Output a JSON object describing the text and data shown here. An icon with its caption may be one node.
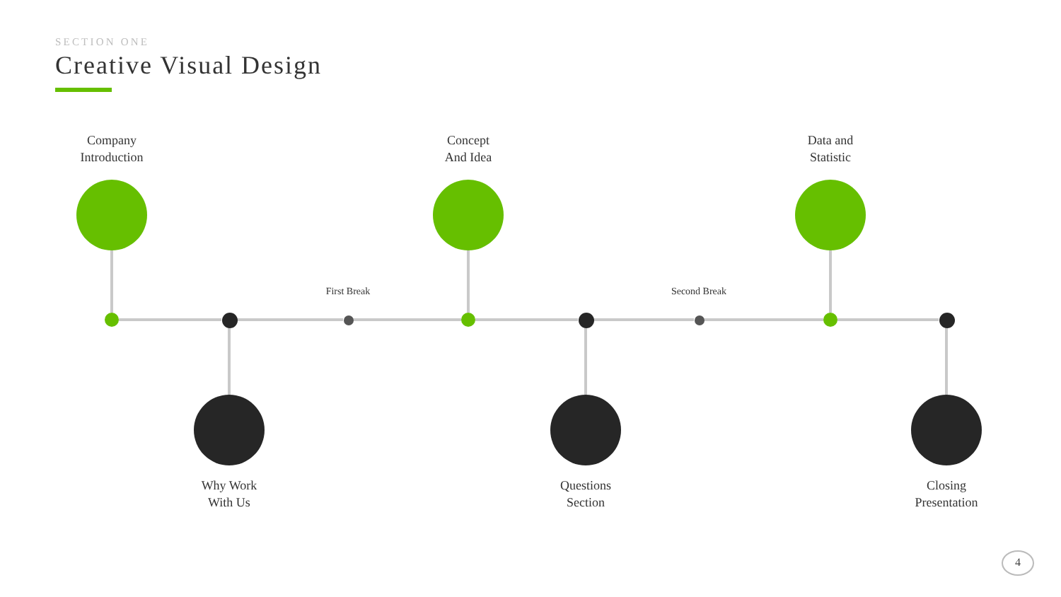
{
  "diagram": {
    "title": "Creative Visual Design",
    "nodes": [
      {
        "text": [
          "Company Introduction"
        ]
      },
      {
        "text": [],
        "shape": "circle"
      },
      {
        "text": [
          "Why Work With Us"
        ]
      },
      {
        "text": [],
        "shape": "circle"
      },
      {
        "text": [
          "First Break"
        ]
      },
      {
        "text": [
          "Concept And Idea"
        ]
      },
      {
        "text": [],
        "shape": "circle"
      },
      {
        "text": [
          "Questions Section"
        ]
      },
      {
        "text": [],
        "shape": "circle"
      },
      {
        "text": [
          "Second Break"
        ]
      },
      {
        "text": [
          "Data and Statistic"
        ]
      },
      {
        "text": [],
        "shape": "circle"
      },
      {
        "text": [
          "Closing Presentation"
        ]
      },
      {
        "text": [],
        "shape": "circle"
      }
    ],
    "edges": [
      {
        "from": 0,
        "to": 1,
        "arrow": "none"
      },
      {
        "from": 3,
        "to": 2,
        "arrow": "none"
      },
      {
        "from": 6,
        "to": 5,
        "arrow": "none"
      },
      {
        "from": 8,
        "to": 7,
        "arrow": "none"
      },
      {
        "from": 11,
        "to": 10,
        "arrow": "none"
      },
      {
        "from": 13,
        "to": 12,
        "arrow": "none"
      },
      {
        "from": 1,
        "to": 3,
        "arrow": "none"
      },
      {
        "from": 3,
        "to": 4,
        "arrow": "none"
      },
      {
        "from": 4,
        "to": 6,
        "arrow": "none"
      },
      {
        "from": 6,
        "to": 8,
        "arrow": "none"
      },
      {
        "from": 8,
        "to": 9,
        "arrow": "none"
      },
      {
        "from": 9,
        "to": 11,
        "arrow": "none"
      },
      {
        "from": 11,
        "to": 13,
        "arrow": "none"
      }
    ],
    "labels": [
      "SECTION ONE",
      "4"
    ]
  }
}
